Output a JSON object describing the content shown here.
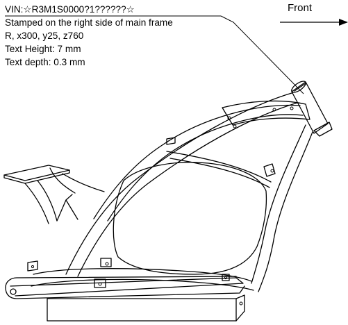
{
  "annotation": {
    "vin_line": "VIN:☆R3M1S0000?1??????☆",
    "location_line": "Stamped on the right side of main frame",
    "coords_line": "R, x300, y25, z760",
    "height_line": "Text Height: 7 mm",
    "depth_line": "Text depth: 0.3 mm"
  },
  "direction": {
    "label": "Front",
    "arrow_icon": "right-arrow-icon"
  },
  "drawing": {
    "subject": "motorcycle-main-frame",
    "stroke_color": "#000000",
    "background_color": "#ffffff"
  }
}
